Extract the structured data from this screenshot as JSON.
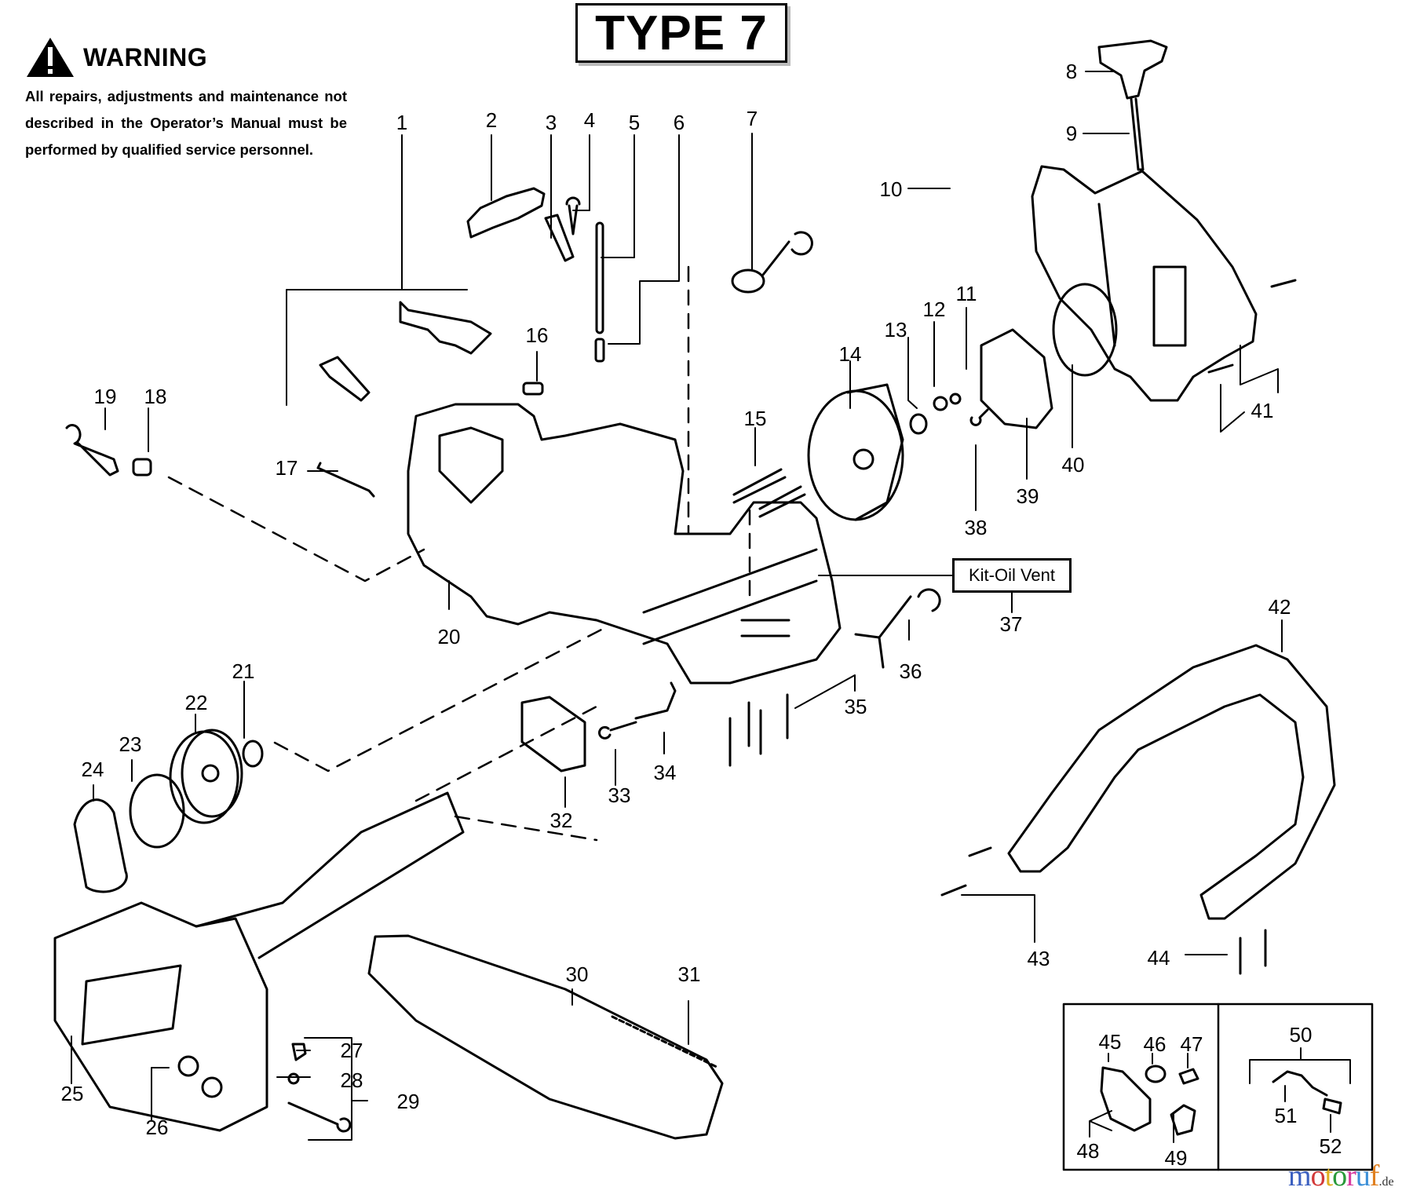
{
  "header": {
    "type_label": "TYPE 7",
    "warning": {
      "icon": "warning-triangle-icon",
      "title": "WARNING",
      "text": "All repairs, adjustments and maintenance not described in the Operator’s Manual must be performed by qualified  service personnel."
    }
  },
  "kit_label": "Kit-Oil Vent",
  "callouts": [
    {
      "id": "1",
      "label": "1"
    },
    {
      "id": "2",
      "label": "2"
    },
    {
      "id": "3",
      "label": "3"
    },
    {
      "id": "4",
      "label": "4"
    },
    {
      "id": "5",
      "label": "5"
    },
    {
      "id": "6",
      "label": "6"
    },
    {
      "id": "7",
      "label": "7"
    },
    {
      "id": "8",
      "label": "8"
    },
    {
      "id": "9",
      "label": "9"
    },
    {
      "id": "10",
      "label": "10"
    },
    {
      "id": "11",
      "label": "11"
    },
    {
      "id": "12",
      "label": "12"
    },
    {
      "id": "13",
      "label": "13"
    },
    {
      "id": "14",
      "label": "14"
    },
    {
      "id": "15",
      "label": "15"
    },
    {
      "id": "16",
      "label": "16"
    },
    {
      "id": "17",
      "label": "17"
    },
    {
      "id": "18",
      "label": "18"
    },
    {
      "id": "19",
      "label": "19"
    },
    {
      "id": "20",
      "label": "20"
    },
    {
      "id": "21",
      "label": "21"
    },
    {
      "id": "22",
      "label": "22"
    },
    {
      "id": "23",
      "label": "23"
    },
    {
      "id": "24",
      "label": "24"
    },
    {
      "id": "25",
      "label": "25"
    },
    {
      "id": "26",
      "label": "26"
    },
    {
      "id": "27",
      "label": "27"
    },
    {
      "id": "28",
      "label": "28"
    },
    {
      "id": "29",
      "label": "29"
    },
    {
      "id": "30",
      "label": "30"
    },
    {
      "id": "31",
      "label": "31"
    },
    {
      "id": "32",
      "label": "32"
    },
    {
      "id": "33",
      "label": "33"
    },
    {
      "id": "34",
      "label": "34"
    },
    {
      "id": "35",
      "label": "35"
    },
    {
      "id": "36",
      "label": "36"
    },
    {
      "id": "37",
      "label": "37"
    },
    {
      "id": "38",
      "label": "38"
    },
    {
      "id": "39",
      "label": "39"
    },
    {
      "id": "40",
      "label": "40"
    },
    {
      "id": "41",
      "label": "41"
    },
    {
      "id": "42",
      "label": "42"
    },
    {
      "id": "43",
      "label": "43"
    },
    {
      "id": "44",
      "label": "44"
    },
    {
      "id": "45",
      "label": "45"
    },
    {
      "id": "46",
      "label": "46"
    },
    {
      "id": "47",
      "label": "47"
    },
    {
      "id": "48",
      "label": "48"
    },
    {
      "id": "49",
      "label": "49"
    },
    {
      "id": "50",
      "label": "50"
    },
    {
      "id": "51",
      "label": "51"
    },
    {
      "id": "52",
      "label": "52"
    }
  ],
  "watermark": {
    "letters": [
      {
        "ch": "m",
        "color": "#3b5fc0"
      },
      {
        "ch": "o",
        "color": "#d23a3a"
      },
      {
        "ch": "t",
        "color": "#e0b020"
      },
      {
        "ch": "o",
        "color": "#2a9a3a"
      },
      {
        "ch": "r",
        "color": "#d83aa0"
      },
      {
        "ch": "u",
        "color": "#3b8fd8"
      },
      {
        "ch": "f",
        "color": "#e08020"
      }
    ],
    "tld": ".de"
  }
}
